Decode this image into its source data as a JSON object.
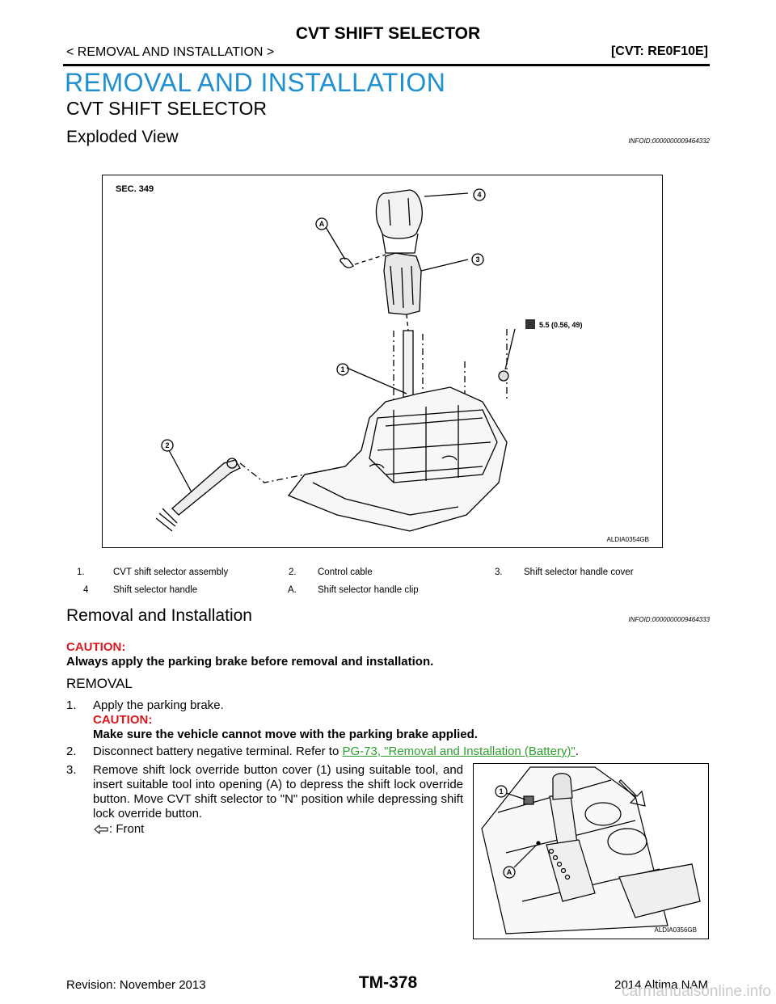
{
  "header": {
    "title": "CVT SHIFT SELECTOR",
    "breadcrumb": "< REMOVAL AND INSTALLATION >",
    "model": "[CVT: RE0F10E]"
  },
  "section_title": "REMOVAL AND INSTALLATION",
  "subsection_title": "CVT SHIFT SELECTOR",
  "exploded_view": {
    "title": "Exploded View",
    "infoid": "INFOID:0000000009464332",
    "figure": {
      "sec_label": "SEC. 349",
      "torque": "5.5 (0.56, 49)",
      "code": "ALDIA0354GB",
      "callouts": [
        "1",
        "2",
        "3",
        "4",
        "A"
      ]
    },
    "legend": [
      {
        "num": "1.",
        "text": "CVT shift selector assembly"
      },
      {
        "num": "2.",
        "text": "Control cable"
      },
      {
        "num": "3.",
        "text": "Shift selector handle cover"
      },
      {
        "num": "4",
        "text": "Shift selector handle"
      },
      {
        "num": "A.",
        "text": "Shift selector handle clip"
      }
    ]
  },
  "removal_installation": {
    "title": "Removal and Installation",
    "infoid": "INFOID:0000000009464333",
    "caution_label": "CAUTION:",
    "caution_text": "Always apply the parking brake before removal and installation.",
    "removal_heading": "REMOVAL",
    "steps": {
      "s1_num": "1.",
      "s1_text": "Apply the parking brake.",
      "s1_caution_label": "CAUTION:",
      "s1_caution_text": "Make sure the vehicle cannot move with the parking brake applied.",
      "s2_num": "2.",
      "s2_text": "Disconnect battery negative terminal. Refer to ",
      "s2_link": "PG-73, \"Removal and Installation (Battery)\"",
      "s2_end": ".",
      "s3_num": "3.",
      "s3_text": "Remove shift lock override button cover (1) using suitable tool, and insert suitable tool into opening (A) to depress the shift lock override button. Move CVT shift selector to \"N\" position while depressing shift lock override button.",
      "s3_front": ": Front"
    },
    "figure": {
      "code": "ALDIA0356GB",
      "callouts": [
        "1",
        "A"
      ]
    }
  },
  "footer": {
    "revision": "Revision: November 2013",
    "page": "TM-378",
    "model_year": "2014 Altima NAM",
    "watermark": "carmanualsonline.info"
  }
}
